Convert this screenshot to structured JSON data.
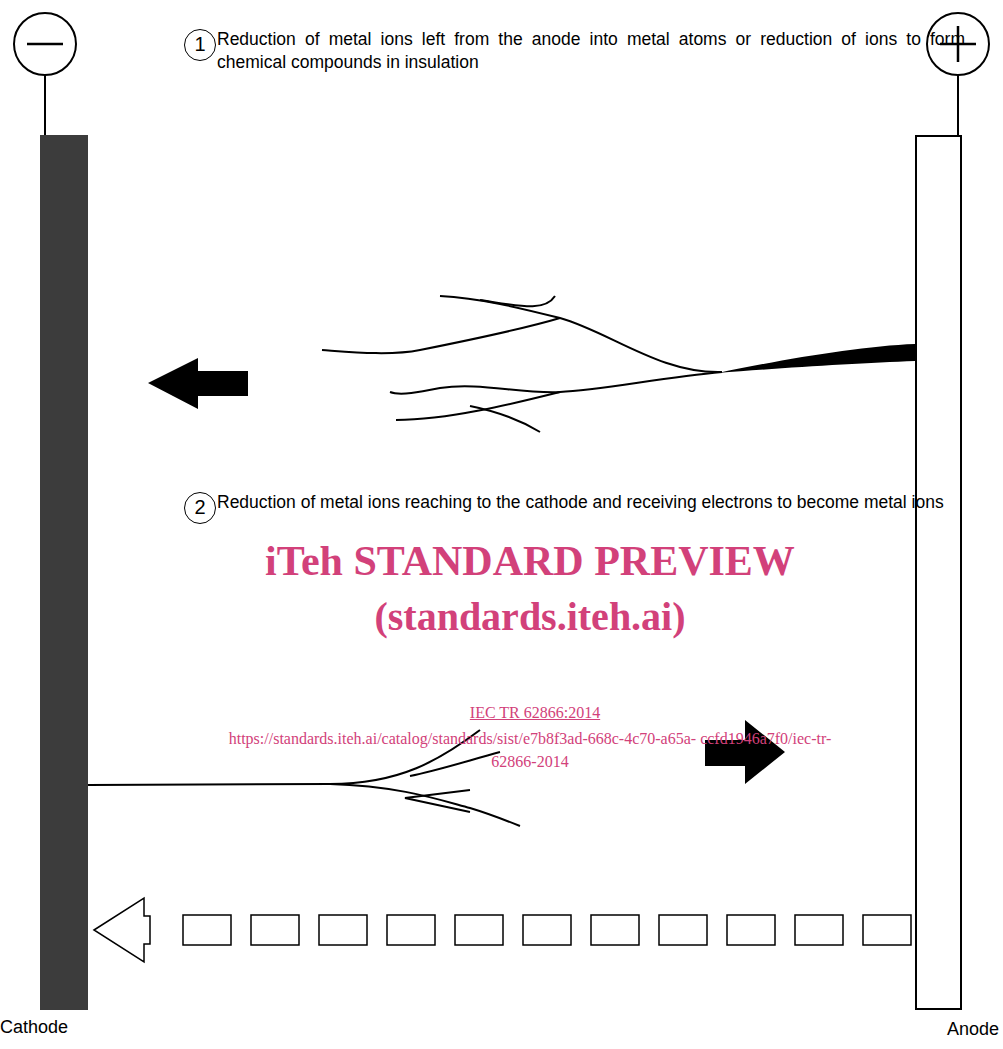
{
  "diagram": {
    "nodes": [
      {
        "text": [
          "Cathode"
        ]
      },
      {
        "text": [
          "Anode"
        ]
      }
    ],
    "edges": [
      {
        "from": 1,
        "to": 0,
        "arrow": "to"
      }
    ],
    "labels": [
      "1",
      "Reduction of metal ions left from the anode into metal atoms or reduction of ions to form chemical compounds in insulation",
      "2",
      "Reduction of metal ions reaching to the cathode and receiving electrons to become metal ions",
      "iTeh STANDARD PREVIEW",
      "(standards.iteh.ai)",
      "IEC TR 62866:2014",
      "https://standards.iteh.ai/catalog/standards/sist/e7b8f3ad-668c-4c70-a65a- ccfd1946a7f0/iec-tr-62866-2014"
    ]
  }
}
